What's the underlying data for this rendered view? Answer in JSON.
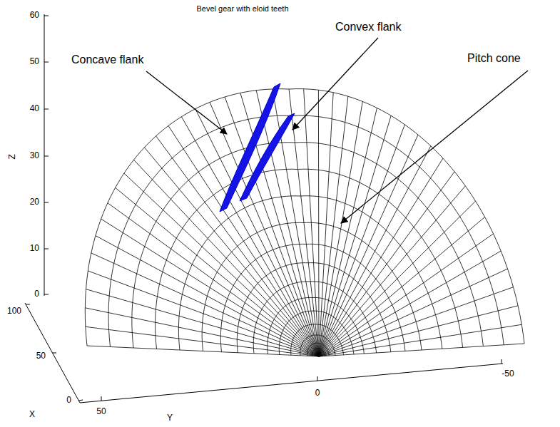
{
  "diagram": {
    "title": "Bevel gear with eloid teeth",
    "labels": [
      "Concave flank",
      "Convex flank",
      "Pitch cone",
      "60",
      "50",
      "40",
      "30",
      "20",
      "10",
      "0",
      "Z",
      "100",
      "50",
      "0",
      "X",
      "50",
      "0",
      "-50",
      "Y"
    ]
  }
}
